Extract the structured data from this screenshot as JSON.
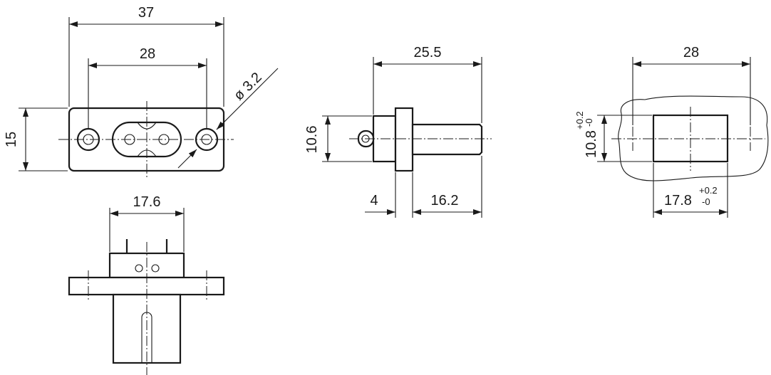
{
  "dimensions": {
    "front_overall_width": "37",
    "front_hole_spacing": "28",
    "front_hole_diameter": "ø 3.2",
    "front_height": "15",
    "bottom_body_width": "17.6",
    "side_total_length": "25.5",
    "side_height": "10.6",
    "side_flange_offset": "4",
    "side_pin_length": "16.2",
    "cutout_hole_spacing": "28",
    "cutout_height": "10.8",
    "cutout_height_tol_upper": "+0.2",
    "cutout_height_tol_lower": "-0",
    "cutout_width": "17.8",
    "cutout_width_tol_upper": "+0.2",
    "cutout_width_tol_lower": "-0"
  }
}
